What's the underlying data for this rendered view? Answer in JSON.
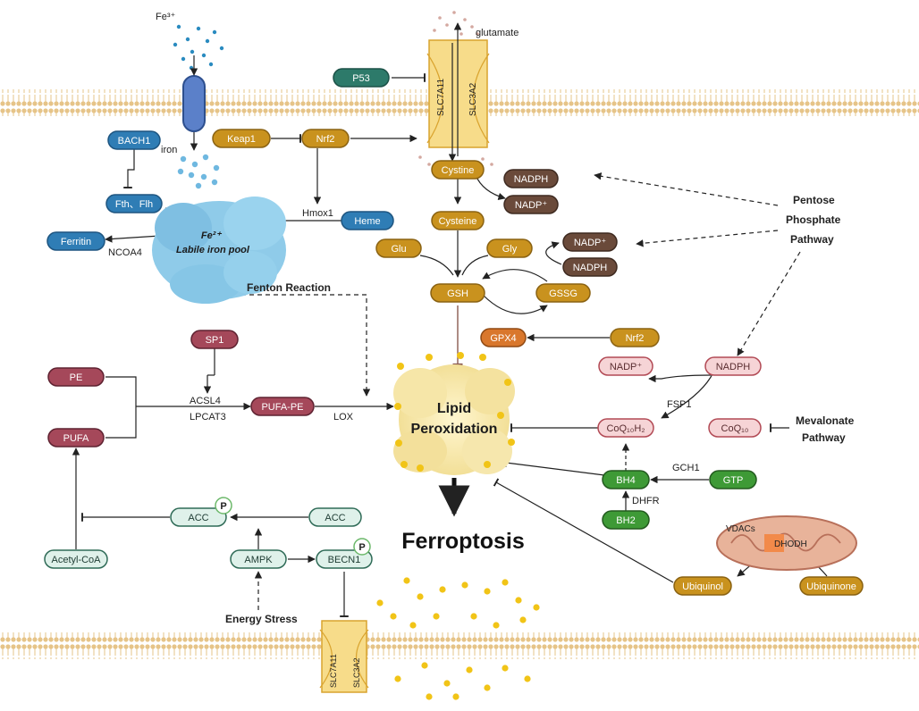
{
  "nodes": {
    "p53": "P53",
    "keap1": "Keap1",
    "nrf2_top": "Nrf2",
    "bach1": "BACH1",
    "fth": "Fth、Flh",
    "ferritin": "Ferritin",
    "heme": "Heme",
    "cystine": "Cystine",
    "cysteine": "Cysteine",
    "glu": "Glu",
    "gly": "Gly",
    "gsh": "GSH",
    "gssg": "GSSG",
    "nadph_1": "NADPH",
    "nadp_1": "NADP⁺",
    "nadp_2": "NADP⁺",
    "nadph_2": "NADPH",
    "gpx4": "GPX4",
    "nrf2_mid": "Nrf2",
    "sp1": "SP1",
    "pe": "PE",
    "pufa": "PUFA",
    "pufa_pe": "PUFA-PE",
    "nadp_3": "NADP⁺",
    "nadph_3": "NADPH",
    "coq10h2": "CoQ₁₀H₂",
    "coq10": "CoQ₁₀",
    "bh4": "BH4",
    "gtp": "GTP",
    "bh2": "BH2",
    "acc_p": "ACC",
    "acc": "ACC",
    "ampk": "AMPK",
    "becn1": "BECN1",
    "acetyl_coa": "Acetyl-CoA",
    "ubiquinol": "Ubiquinol",
    "ubiquinone": "Ubiquinone"
  },
  "labels": {
    "fe3": "Fe³⁺",
    "iron": "iron",
    "glutamate": "glutamate",
    "slc7a11": "SLC7A11",
    "slc3a2": "SLC3A2",
    "hmox1": "Hmox1",
    "ncoa4": "NCOA4",
    "fe2": "Fe²⁺",
    "labile_pool": "Labile iron pool",
    "fenton": "Fenton Reaction",
    "acsl4": "ACSL4",
    "lpcat3": "LPCAT3",
    "lox": "LOX",
    "lipid": "Lipid",
    "peroxidation": "Peroxidation",
    "ferroptosis": "Ferroptosis",
    "ppp_1": "Pentose",
    "ppp_2": "Phosphate",
    "ppp_3": "Pathway",
    "mev_1": "Mevalonate",
    "mev_2": "Pathway",
    "fsp1": "FSP1",
    "gch1": "GCH1",
    "dhfr": "DHFR",
    "vdacs": "VDACs",
    "dhodh": "DHODH",
    "energy_stress": "Energy Stress",
    "phospho": "P"
  },
  "colors": {
    "blue": "#2f7db5",
    "gold": "#c9921e",
    "teal": "#2d7a6a",
    "brown": "#6a4a3a",
    "maroon": "#a5485a",
    "orange": "#d9772c",
    "green": "#3e9a36",
    "pink": "#f6d4d6",
    "mint": "#dff1ea",
    "lightblue": "#8fcbe9"
  }
}
